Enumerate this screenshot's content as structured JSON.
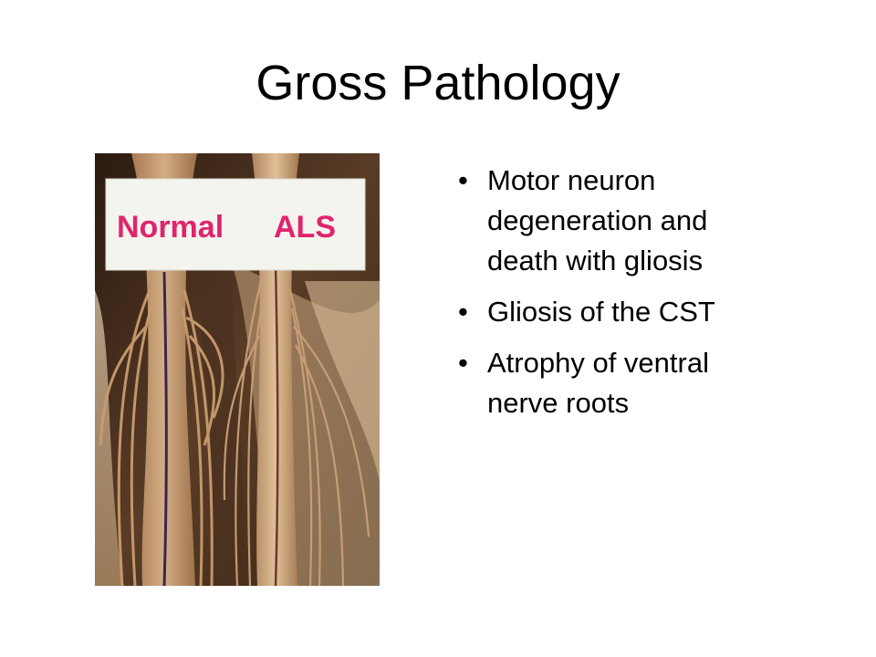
{
  "slide": {
    "title": "Gross Pathology",
    "photo": {
      "labels": {
        "left": "Normal",
        "right": "ALS"
      },
      "label_color": "#e0246e"
    },
    "bullets": [
      {
        "marker": "•",
        "text": "Motor neuron degeneration and death with gliosis"
      },
      {
        "marker": "•",
        "text": "Gliosis of the CST"
      },
      {
        "marker": "•",
        "text": "Atrophy of ventral nerve roots"
      }
    ]
  }
}
